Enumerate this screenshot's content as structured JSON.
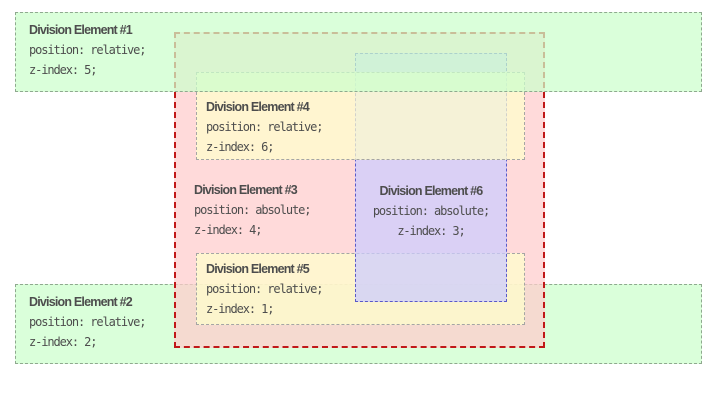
{
  "page": {
    "background": "#ffffff",
    "text_color": "#4d4d4d"
  },
  "boxes": {
    "b1": {
      "title": "Division Element #1",
      "line1": "position: relative;",
      "line2": "z-index: 5;",
      "fill": "#ccffcc",
      "border_color": "#8fa98f"
    },
    "b2": {
      "title": "Division Element #2",
      "line1": "position: relative;",
      "line2": "z-index: 2;",
      "fill": "#ccffcc",
      "border_color": "#8fa98f"
    },
    "b3": {
      "title": "Division Element #3",
      "line1": "position: absolute;",
      "line2": "z-index: 4;",
      "fill": "#ffcccc",
      "border_color": "#c01818"
    },
    "b4": {
      "title": "Division Element #4",
      "line1": "position: relative;",
      "line2": "z-index: 6;",
      "fill": "#ffffcc",
      "border_color": "#a5a5a5"
    },
    "b5": {
      "title": "Division Element #5",
      "line1": "position: relative;",
      "line2": "z-index: 1;",
      "fill": "#ffffcc",
      "border_color": "#a5a5a5"
    },
    "b6": {
      "title": "Division Element #6",
      "line1": "position: absolute;",
      "line2": "z-index: 3;",
      "fill": "#ccccff",
      "border_color": "#5a5ac8"
    }
  }
}
